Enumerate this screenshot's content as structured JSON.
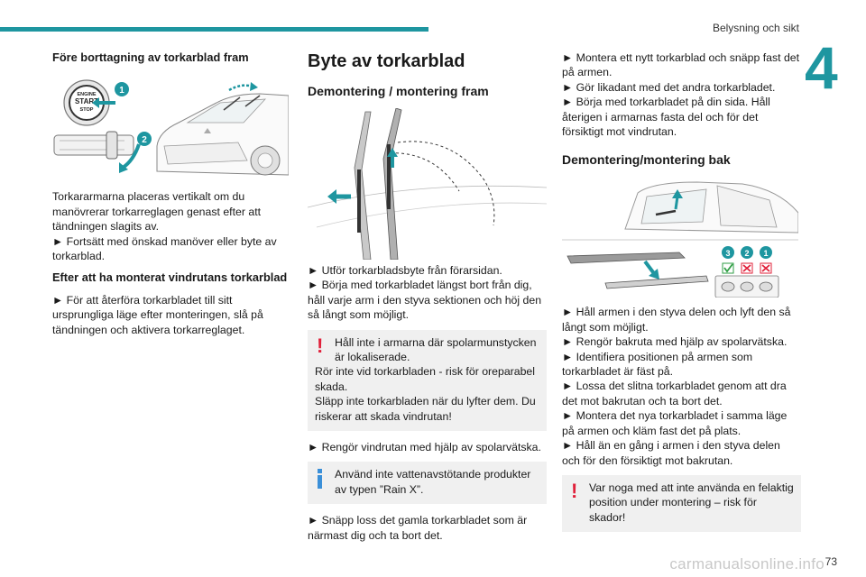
{
  "header": {
    "running_head": "Belysning och sikt",
    "chapter": "4",
    "page_number": "73",
    "watermark": "carmanualsonline.info"
  },
  "colors": {
    "accent": "#1e96a0",
    "warning": "#e0203a",
    "info": "#3a8fd8",
    "box_bg": "#f0f0f0"
  },
  "col1": {
    "heading": "Före borttagning av torkarblad fram",
    "figure": {
      "callout_1": "1",
      "callout_2": "2",
      "engine_line1": "ENGINE",
      "engine_line2": "START",
      "engine_line3": "STOP"
    },
    "para1": "Torkararmarna placeras vertikalt om du manövrerar torkarreglagen genast efter att tändningen slagits av.",
    "para2": "► Fortsätt med önskad manöver eller byte av torkarblad.",
    "heading2": "Efter att ha monterat vindrutans torkarblad",
    "para3": "► För att återföra torkarbladet till sitt ursprungliga läge efter monteringen, slå på tändningen och aktivera torkarreglaget."
  },
  "col2": {
    "title": "Byte av torkarblad",
    "subtitle": "Demontering / montering fram",
    "step1": "► Utför torkarbladsbyte från förarsidan.",
    "step2": "► Börja med torkarbladet längst bort från dig, håll varje arm i den styva sektionen och höj den så långt som möjligt.",
    "warning_line1": "Håll inte i armarna där spolarmunstycken är lokaliserade.",
    "warning_line2": "Rör inte vid torkarbladen - risk för oreparabel skada.",
    "warning_line3": "Släpp inte torkarbladen när du lyfter dem. Du riskerar att skada vindrutan!",
    "step3": "► Rengör vindrutan med hjälp av spolarvätska.",
    "info_text": "Använd inte vattenavstötande produkter av typen ”Rain X”.",
    "step4": "► Snäpp loss det gamla torkarbladet som är närmast dig och ta bort det."
  },
  "col3": {
    "para1": "► Montera ett nytt torkarblad och snäpp fast det på armen.",
    "para2": "► Gör likadant med det andra torkarbladet.",
    "para3": "► Börja med torkarbladet på din sida. Håll återigen i armarnas fasta del och för det försiktigt mot vindrutan.",
    "subtitle": "Demontering/montering bak",
    "figure": {
      "callout_3": "3",
      "callout_2": "2",
      "callout_1": "1"
    },
    "step1": "► Håll armen i den styva delen och lyft den så långt som möjligt.",
    "step2": "► Rengör bakruta med hjälp av spolarvätska.",
    "step3": "► Identifiera positionen på armen som torkarbladet är fäst på.",
    "step4": "► Lossa det slitna torkarbladet genom att dra det mot bakrutan och ta bort det.",
    "step5": "► Montera det nya torkarbladet i samma läge på armen och kläm fast det på plats.",
    "step6": "► Håll än en gång i armen i den styva delen och för den försiktigt mot bakrutan.",
    "warning_text": "Var noga med att inte använda en felaktig position under montering – risk för skador!"
  }
}
